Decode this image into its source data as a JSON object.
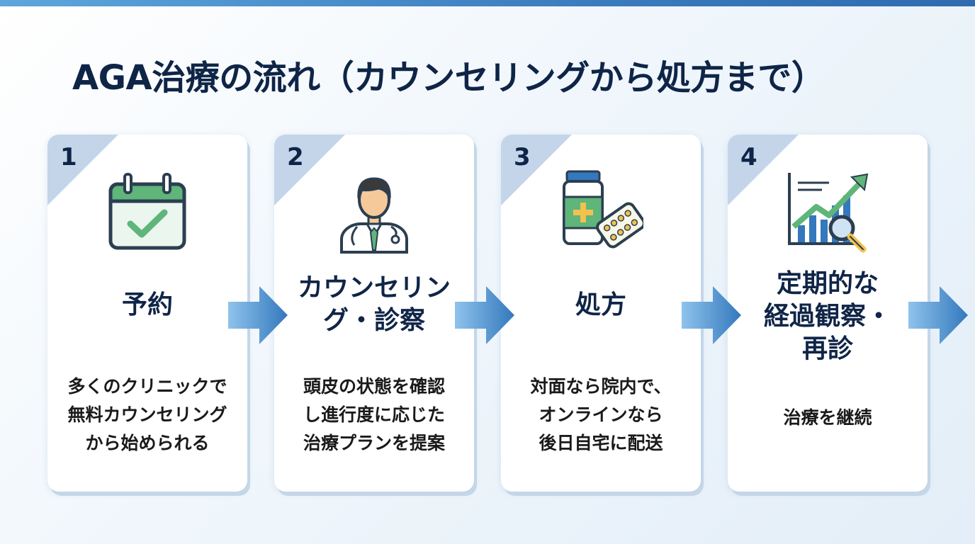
{
  "title": "AGA治療の流れ（カウンセリングから処方まで）",
  "steps": [
    {
      "number": "1",
      "heading_lines": [
        "予約"
      ],
      "desc_lines": [
        "多くのクリニックで",
        "無料カウンセリング",
        "から始められる"
      ],
      "icon": "calendar-check-icon"
    },
    {
      "number": "2",
      "heading_lines": [
        "カウンセリン",
        "グ・診察"
      ],
      "desc_lines": [
        "頭皮の状態を確認",
        "し進行度に応じた",
        "治療プランを提案"
      ],
      "icon": "doctor-icon"
    },
    {
      "number": "3",
      "heading_lines": [
        "処方"
      ],
      "desc_lines": [
        "対面なら院内で、",
        "オンラインなら",
        "後日自宅に配送"
      ],
      "icon": "medicine-icon"
    },
    {
      "number": "4",
      "heading_lines": [
        "定期的な",
        "経過観察・",
        "再診"
      ],
      "desc_lines": [
        "治療を継続"
      ],
      "icon": "chart-magnifier-icon"
    }
  ],
  "colors": {
    "title": "#0f2547",
    "corner": "#c4d5ea",
    "arrow_light": "#8ec3ec",
    "arrow_dark": "#3478bd",
    "icon_green": "#5fb57a",
    "icon_dark": "#2c3e50"
  }
}
